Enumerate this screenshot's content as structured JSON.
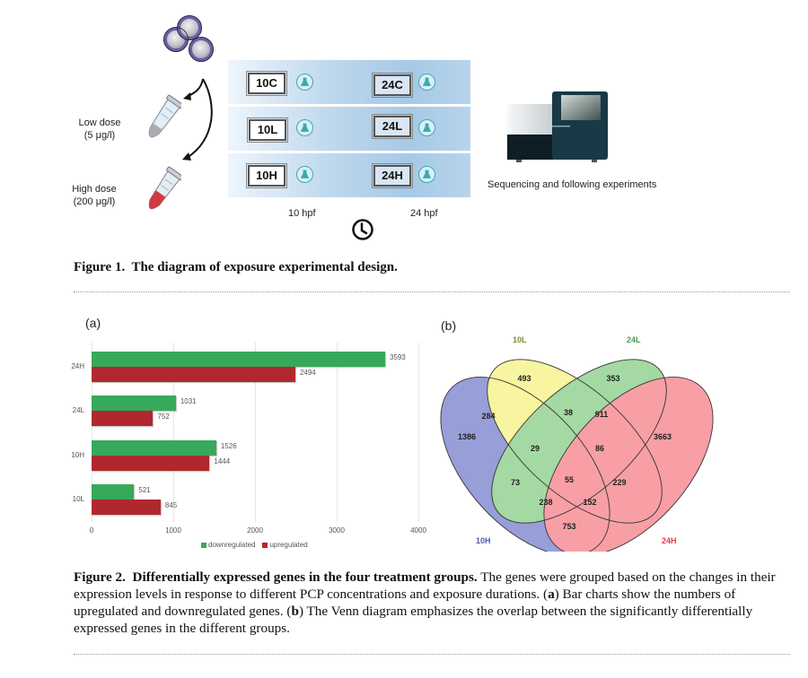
{
  "figure1": {
    "dose_labels": [
      {
        "line1": "Low dose",
        "line2": "(5 μg/l)"
      },
      {
        "line1": "High dose",
        "line2": "(200 μg/l)"
      }
    ],
    "samples": [
      [
        "10C",
        "24C"
      ],
      [
        "10L",
        "24L"
      ],
      [
        "10H",
        "24H"
      ]
    ],
    "time_labels": [
      "10 hpf",
      "24 hpf"
    ],
    "sequencing_label": "Sequencing and following experiments",
    "caption_label": "Figure 1.",
    "caption_title": "The diagram of exposure experimental design.",
    "icons": [
      "embryo-cells-icon",
      "tube-low-dose-icon",
      "tube-high-dose-icon",
      "flask-icon",
      "clock-icon",
      "sequencer-icon"
    ],
    "colors": {
      "band": "#b5d2ea",
      "flask": "#3aa9b5",
      "tube_red": "#d33a3f"
    }
  },
  "figure2": {
    "panel_a_label": "(a)",
    "panel_b_label": "(b)",
    "caption_label": "Figure 2.",
    "caption_title": "Differentially expressed genes in the four treatment groups.",
    "caption_text1": " The genes were grouped based on the changes in their expression levels in response to different PCP concentrations and exposure durations. (",
    "caption_a": "a",
    "caption_text2": ") Bar charts show the numbers of upregulated and downregulated genes. (",
    "caption_b": "b",
    "caption_text3": ") The Venn diagram emphasizes the overlap between the significantly differentially expressed genes in the different groups."
  },
  "chart_data": [
    {
      "type": "bar",
      "orientation": "horizontal",
      "categories": [
        "24H",
        "24L",
        "10H",
        "10L"
      ],
      "series": [
        {
          "name": "downregulated",
          "color": "#37a95a",
          "values": [
            3593,
            1031,
            1526,
            521
          ]
        },
        {
          "name": "upregulated",
          "color": "#b0282e",
          "values": [
            2494,
            752,
            1444,
            845
          ]
        }
      ],
      "xlim": [
        0,
        4000
      ],
      "xticks": [
        0,
        1000,
        2000,
        3000,
        4000
      ],
      "xlabel": "",
      "ylabel": "",
      "grid": true,
      "legend": "bottom-center"
    },
    {
      "type": "venn",
      "sets": [
        {
          "name": "10H",
          "color": "#5a63c0"
        },
        {
          "name": "10L",
          "color": "#f3f066"
        },
        {
          "name": "24L",
          "color": "#6dc36b"
        },
        {
          "name": "24H",
          "color": "#f46570"
        }
      ],
      "regions": [
        {
          "sets": [
            "10H"
          ],
          "value": 1386
        },
        {
          "sets": [
            "10L"
          ],
          "value": 493
        },
        {
          "sets": [
            "24L"
          ],
          "value": 353
        },
        {
          "sets": [
            "24H"
          ],
          "value": 3663
        },
        {
          "sets": [
            "10H",
            "10L"
          ],
          "value": 284
        },
        {
          "sets": [
            "10L",
            "24L"
          ],
          "value": 38
        },
        {
          "sets": [
            "24L",
            "24H"
          ],
          "value": 911
        },
        {
          "sets": [
            "10H",
            "10L",
            "24L"
          ],
          "value": 29
        },
        {
          "sets": [
            "10L",
            "24L",
            "24H"
          ],
          "value": 86
        },
        {
          "sets": [
            "10H",
            "24L"
          ],
          "value": 73
        },
        {
          "sets": [
            "10L",
            "24H"
          ],
          "value": 229
        },
        {
          "sets": [
            "10H",
            "10L",
            "24L",
            "24H"
          ],
          "value": 55
        },
        {
          "sets": [
            "10H",
            "24L",
            "24H"
          ],
          "value": 238
        },
        {
          "sets": [
            "10H",
            "10L",
            "24H"
          ],
          "value": 152
        },
        {
          "sets": [
            "10H",
            "24H"
          ],
          "value": 753
        }
      ]
    }
  ]
}
